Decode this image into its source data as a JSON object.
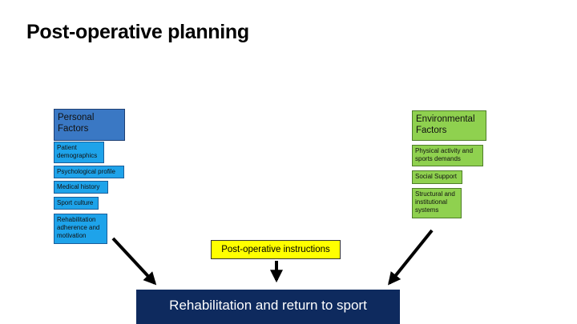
{
  "title": "Post-operative planning",
  "personal": {
    "header": "Personal Factors",
    "items": [
      "Patient demographics",
      "Psychological profile",
      "Medical history",
      "Sport culture",
      "Rehabilitation adherence and motivation"
    ]
  },
  "environmental": {
    "header": "Environmental Factors",
    "items": [
      "Physical activity and sports demands",
      "Social Support",
      "Structural and institutional systems"
    ]
  },
  "instructions": "Post-operative instructions",
  "outcome": "Rehabilitation and return to sport",
  "colors": {
    "personal_header": "#3a78c4",
    "personal_item": "#1ea3ea",
    "environmental": "#8fd14f",
    "instructions": "#ffff00",
    "outcome": "#0e2a5e"
  }
}
